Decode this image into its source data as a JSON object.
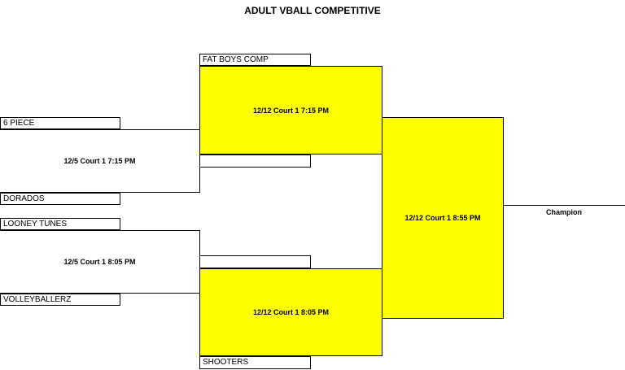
{
  "title": "ADULT VBALL COMPETITIVE",
  "round1": [
    {
      "top_team": "6 PIECE",
      "bottom_team": "DORADOS",
      "match_info": "12/5 Court 1 7:15 PM"
    },
    {
      "top_team": "LOONEY TUNES",
      "bottom_team": "VOLLEYBALLERZ",
      "match_info": "12/5 Court 1 8:05 PM"
    }
  ],
  "round2": [
    {
      "top_team": "FAT BOYS COMP",
      "bottom_team": "",
      "match_info": "12/12 Court 1 7:15 PM"
    },
    {
      "top_team": "",
      "bottom_team": "SHOOTERS",
      "match_info": "12/12 Court 1 8:05 PM"
    }
  ],
  "final": {
    "match_info": "12/12 Court 1 8:55 PM",
    "champion_label": "Champion"
  },
  "colors": {
    "highlight": "#ffff00",
    "line": "#000000",
    "background": "#ffffff"
  }
}
